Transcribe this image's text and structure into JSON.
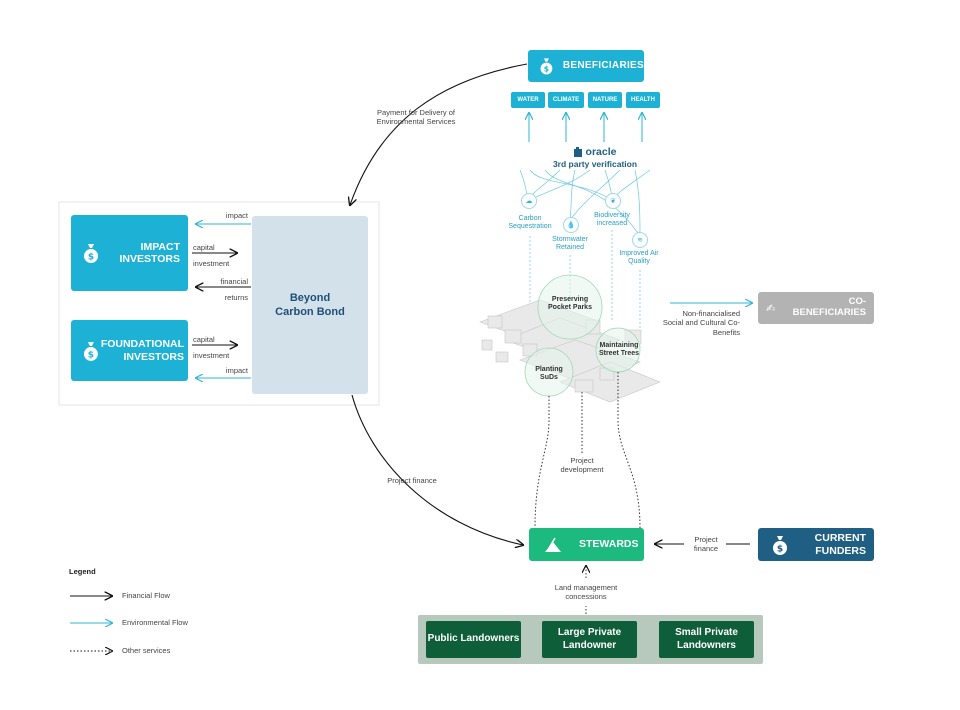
{
  "beneficiaries": {
    "title": "Beneficiaries",
    "tags": [
      "Water",
      "Climate",
      "Nature",
      "Health"
    ]
  },
  "verification": {
    "brand": "oracle",
    "subtitle": "3rd party verification"
  },
  "benefits": [
    "Carbon Sequestration",
    "Stormwater Retained",
    "Biodiversity increased",
    "Improved Air Quality"
  ],
  "interventions": [
    "Preserving Pocket Parks",
    "Maintaining Street Trees",
    "Planting SuDs"
  ],
  "payment_label": "Payment for Delivery of Environmental Services",
  "investors": {
    "impact": "Impact Investors",
    "foundational": "Foundational Investors",
    "flows": {
      "impact_top": "impact",
      "capital_investment_1": "capital investment",
      "financial_returns": "financial returns",
      "capital_investment_2": "capital investment",
      "impact_bottom": "impact"
    }
  },
  "bond": {
    "title": "Beyond Carbon Bond"
  },
  "co_beneficiaries": {
    "title": "Co-Beneficiaries",
    "flow_label": "Non-financialised Social and Cultural Co-Benefits"
  },
  "project_finance_left": "Project finance",
  "project_development": "Project development",
  "stewards": {
    "title": "Stewards"
  },
  "current_funders": {
    "title": "Current Funders",
    "flow_label": "Project finance"
  },
  "land_management": "Land management concessions",
  "landowners": [
    "Public Landowners",
    "Large Private Landowner",
    "Small Private Landowners"
  ],
  "legend": {
    "title": "Legend",
    "items": [
      "Financial Flow",
      "Environmental Flow",
      "Other services"
    ]
  },
  "colors": {
    "cyan": "#1eb1d6",
    "green": "#1dba80",
    "dark_green": "#0f5e3a",
    "grey": "#b3b3b3",
    "navy": "#1f5f84",
    "bond_bg": "#d3e2ea"
  }
}
